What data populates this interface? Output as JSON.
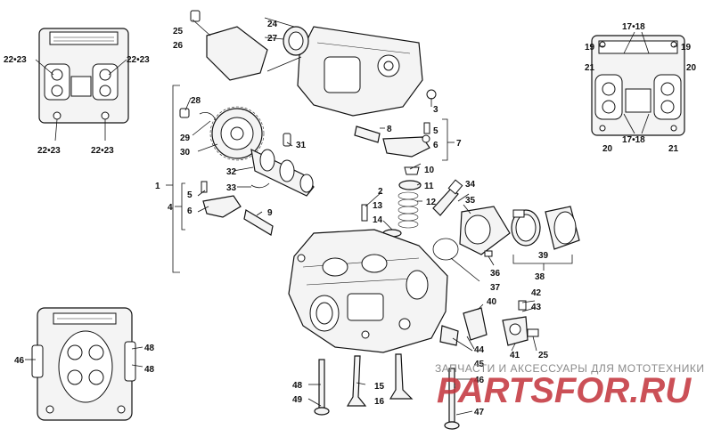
{
  "labels": {
    "l1": "1",
    "l2": "2",
    "l3": "3",
    "l4": "4",
    "l5a": "5",
    "l5b": "5",
    "l6a": "6",
    "l6b": "6",
    "l7": "7",
    "l8": "8",
    "l9": "9",
    "l10": "10",
    "l11": "11",
    "l12": "12",
    "l13": "13",
    "l14": "14",
    "l15": "15",
    "l16": "16",
    "l19a": "19",
    "l19b": "19",
    "l20a": "20",
    "l20b": "20",
    "l21a": "21",
    "l21b": "21",
    "l1718a": "17•18",
    "l1718b": "17•18",
    "l2223a": "22•23",
    "l2223b": "22•23",
    "l2223c": "22•23",
    "l2223d": "22•23",
    "l24": "24",
    "l25a": "25",
    "l25b": "25",
    "l26": "26",
    "l27": "27",
    "l28": "28",
    "l29": "29",
    "l30": "30",
    "l31": "31",
    "l32": "32",
    "l33": "33",
    "l34": "34",
    "l35": "35",
    "l36": "36",
    "l37": "37",
    "l38": "38",
    "l39": "39",
    "l40": "40",
    "l41": "41",
    "l42": "42",
    "l43": "43",
    "l44": "44",
    "l45": "45",
    "l46a": "46",
    "l46b": "46",
    "l47": "47",
    "l48a": "48",
    "l48b": "48",
    "l48c": "48",
    "l49": "49"
  },
  "watermark": {
    "text": "ЗАПЧАСТИ И АКСЕССУАРЫ ДЛЯ МОТОТЕХНИКИ",
    "logo": "PARTSFOR.RU"
  }
}
